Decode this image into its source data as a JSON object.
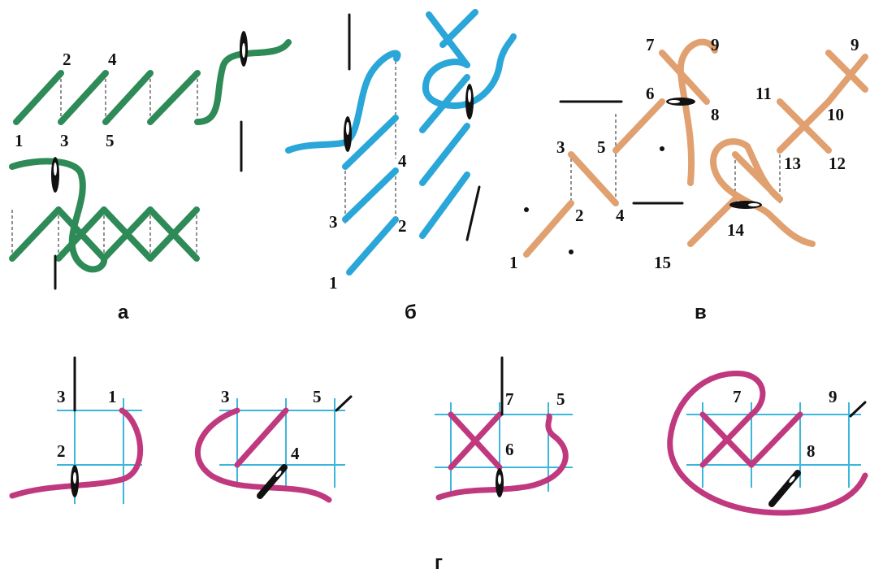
{
  "panels": {
    "a": {
      "caption": "а",
      "labels": [
        "1",
        "2",
        "3",
        "4",
        "5"
      ],
      "thread_color": "#2e8b57"
    },
    "b": {
      "caption": "б",
      "labels": [
        "1",
        "2",
        "3",
        "4"
      ],
      "thread_color": "#2aa6d8"
    },
    "v": {
      "caption": "в",
      "labels": [
        "1",
        "2",
        "3",
        "4",
        "5",
        "6",
        "7",
        "8",
        "9",
        "9",
        "10",
        "11",
        "12",
        "13",
        "14",
        "15"
      ],
      "thread_color": "#e0a070"
    },
    "g": {
      "caption": "г",
      "thread_color": "#c0397f",
      "grid_color": "#3cb7dc",
      "step1": [
        "3",
        "1",
        "2"
      ],
      "step2": [
        "3",
        "5",
        "4"
      ],
      "step3": [
        "7",
        "5",
        "6"
      ],
      "step4": [
        "7",
        "9",
        "8"
      ]
    }
  }
}
